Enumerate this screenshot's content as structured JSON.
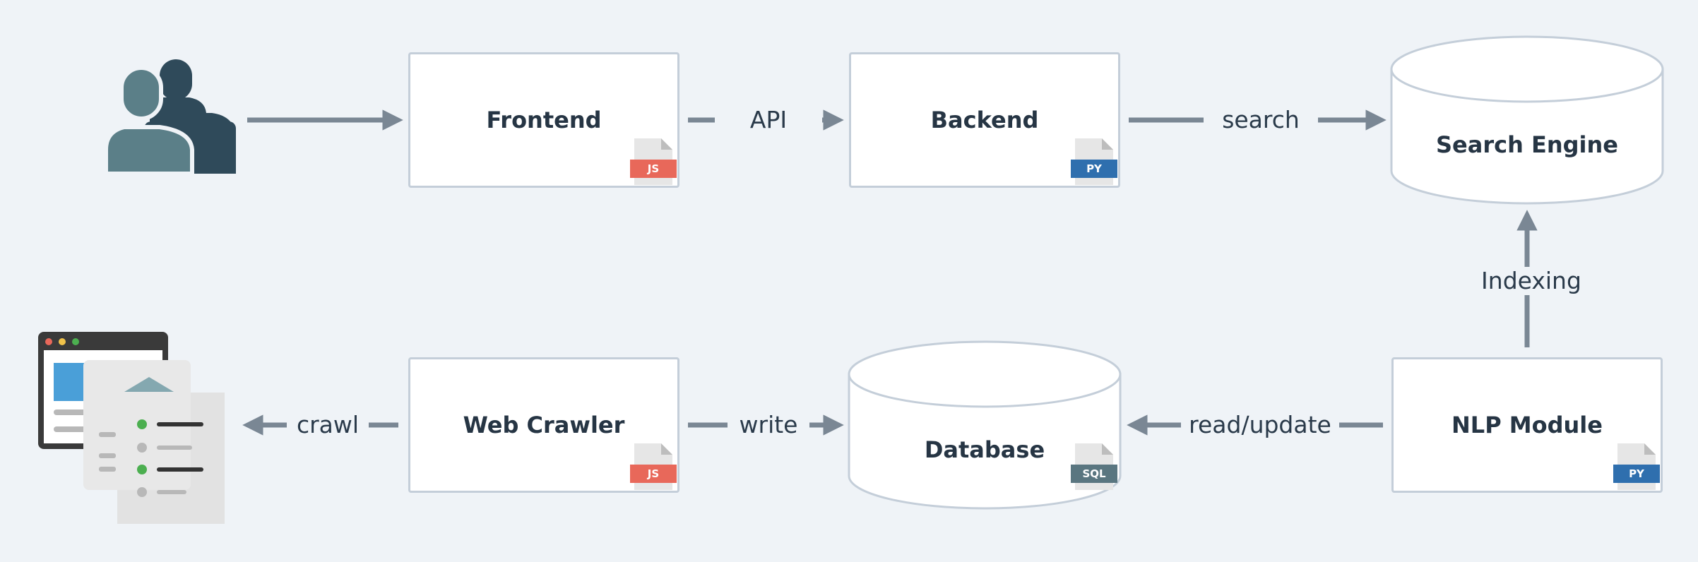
{
  "nodes": {
    "frontend": {
      "label": "Frontend",
      "badge": "JS"
    },
    "backend": {
      "label": "Backend",
      "badge": "PY"
    },
    "search_engine": {
      "label": "Search Engine"
    },
    "web_crawler": {
      "label": "Web Crawler",
      "badge": "JS"
    },
    "database": {
      "label": "Database",
      "badge": "SQL"
    },
    "nlp_module": {
      "label": "NLP Module",
      "badge": "PY"
    }
  },
  "edges": {
    "users_to_frontend": {
      "label": ""
    },
    "frontend_to_backend": {
      "label": "API"
    },
    "backend_to_search": {
      "label": "search"
    },
    "nlp_to_search": {
      "label": "Indexing"
    },
    "nlp_to_database": {
      "label": "read/update"
    },
    "crawler_to_database": {
      "label": "write"
    },
    "crawler_to_web": {
      "label": "crawl"
    }
  },
  "icons": {
    "users": "users-icon",
    "web_pages": "web-pages-icon"
  },
  "colors": {
    "background": "#eff3f7",
    "node_border": "#c4ced9",
    "arrow": "#7a8794",
    "js_badge": "#e8685a",
    "py_badge": "#2f6fae",
    "sql_badge": "#5a7680",
    "user_front": "#5b7f88",
    "user_back": "#2f4a5a"
  }
}
